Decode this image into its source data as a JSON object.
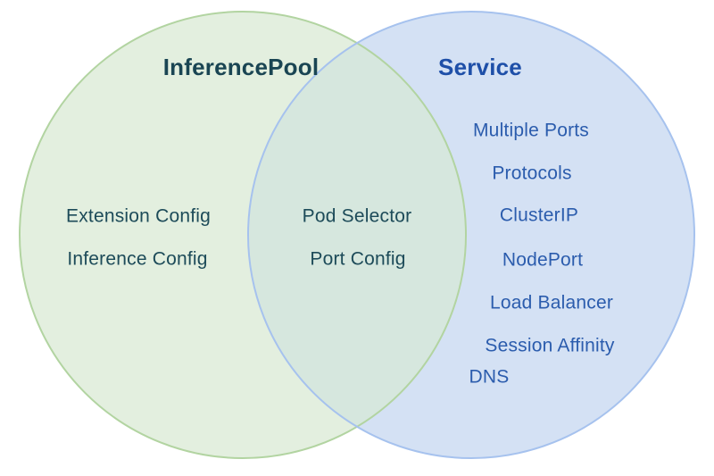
{
  "diagram": {
    "type": "venn",
    "left_circle": {
      "title": "InferencePool",
      "items": [
        "Extension Config",
        "Inference Config"
      ],
      "fill": "#e3efdf",
      "stroke": "#b2d4a1",
      "title_color": "#1a4553",
      "text_color": "#1d4b59"
    },
    "right_circle": {
      "title": "Service",
      "items": [
        "Multiple Ports",
        "Protocols",
        "ClusterIP",
        "NodePort",
        "Load Balancer",
        "Session Affinity",
        "DNS"
      ],
      "fill": "#d4e1f4",
      "stroke": "#a6c2ee",
      "title_color": "#1e4fa8",
      "text_color": "#2b5cad"
    },
    "intersection": {
      "items": [
        "Pod Selector",
        "Port Config"
      ],
      "fill": "#d6e7de"
    }
  }
}
